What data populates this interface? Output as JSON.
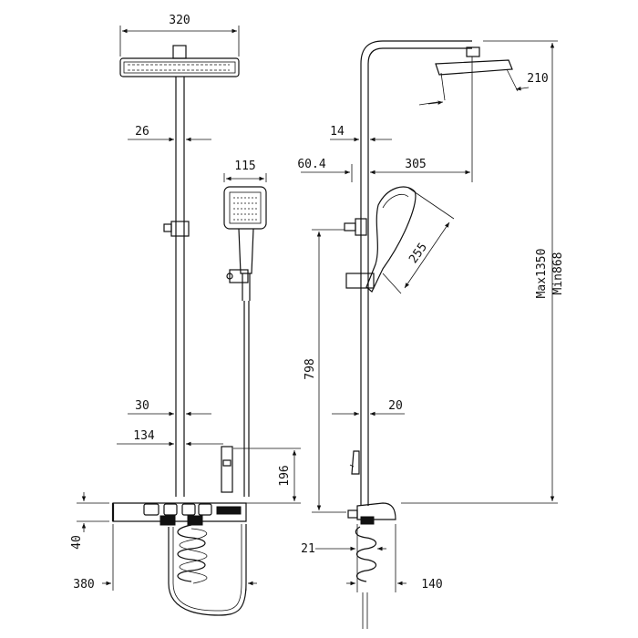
{
  "dimensions": {
    "top_width": "320",
    "pipe_upper": "26",
    "hand_width": "115",
    "pipe_lower": "30",
    "panel_offset": "134",
    "hand_height": "196",
    "shelf_height": "40",
    "shelf_width": "380",
    "side_pipe": "14",
    "side_offset": "60.4",
    "side_reach": "305",
    "head_depth": "210",
    "hand_length": "255",
    "height_max": "Max1350",
    "height_min": "Min868",
    "slide_length": "798",
    "side_pipe_lower": "20",
    "valve_offset": "21",
    "shelf_depth": "140"
  }
}
